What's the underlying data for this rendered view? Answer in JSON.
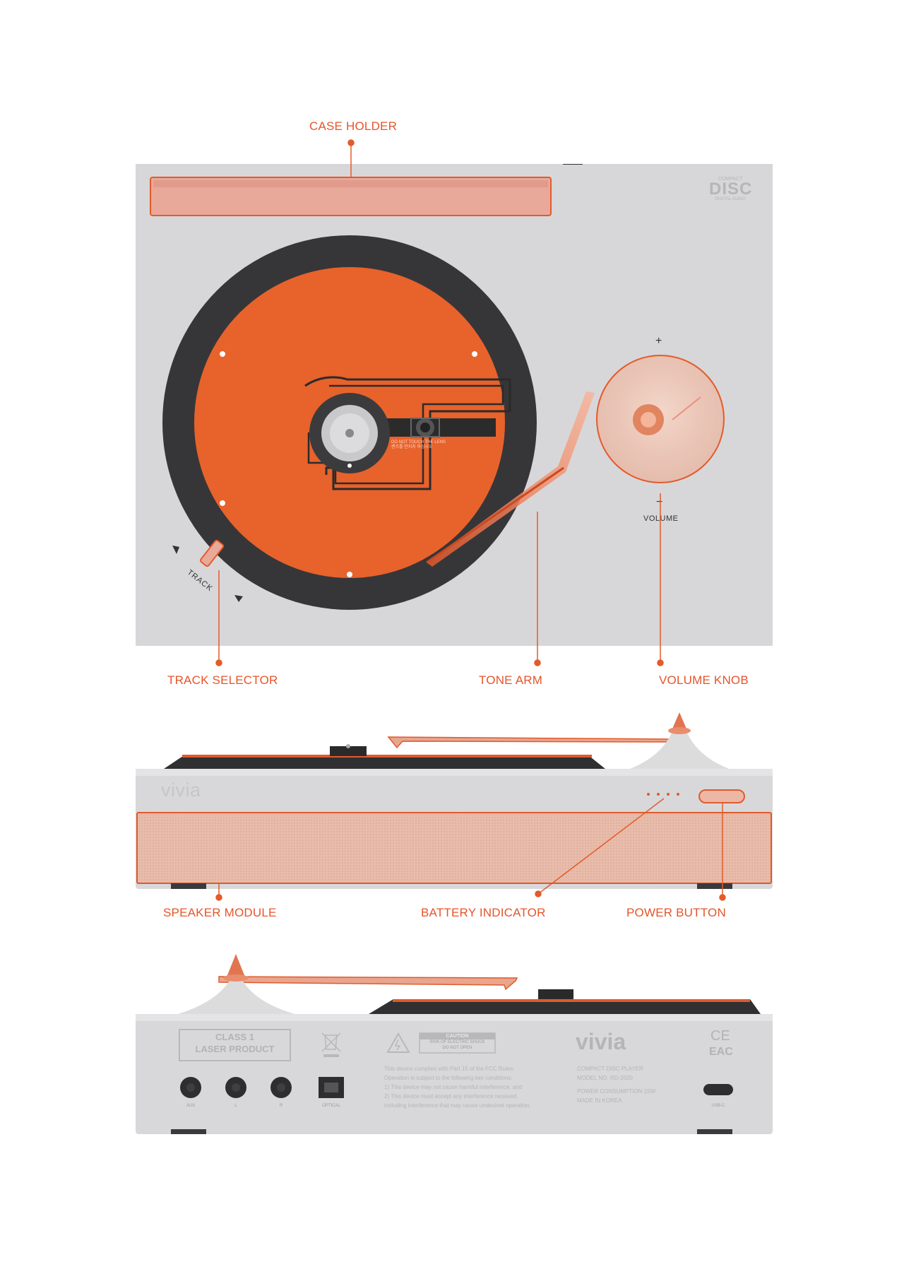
{
  "colors": {
    "accent": "#e85a25",
    "body_light": "#d6d6d8",
    "body_mid": "#c9c9cc",
    "platter": "#e8602a",
    "rubber": "#333335",
    "speaker_fabric": "#e8bcab",
    "callout_text": "#e6542a"
  },
  "callouts": {
    "case_holder": "CASE HOLDER",
    "track_selector": "TRACK SELECTOR",
    "tone_arm": "TONE ARM",
    "volume_knob": "VOLUME KNOB",
    "speaker_module": "SPEAKER MODULE",
    "battery_indicator": "BATTERY INDICATOR",
    "power_button": "POWER BUTTON"
  },
  "top_view": {
    "disc_logo_line1": "COMPACT",
    "disc_logo_line2": "DISC",
    "disc_logo_line3": "DIGITAL AUDIO",
    "platter_warning_line1": "DO NOT TOUCH THE LENS",
    "platter_warning_line2": "렌즈를 만지지 마십시오",
    "track_label": "TRACK",
    "volume_plus": "+",
    "volume_minus": "−",
    "volume_label": "VOLUME"
  },
  "front_view": {
    "brand": "vivia",
    "battery_level_dots": 4
  },
  "back_view": {
    "laser_line1": "CLASS 1",
    "laser_line2": "LASER PRODUCT",
    "caution_title": "CAUTION",
    "caution_line1": "RISK OF ELECTRIC SHOCK",
    "caution_line2": "DO NOT OPEN",
    "fcc_lines": [
      "This device complies with Part 15 of the FCC Rules.",
      "Operation is subject to the following two conditions:",
      "1) This device may not cause harmful interference, and",
      "2) This device must accept any interference received,",
      "including interference that may cause undesired operation."
    ],
    "brand": "vivia",
    "spec_lines": [
      "COMPACT DISC PLAYER",
      "MODEL NO.   RD-2020",
      "",
      "POWER CONSUMPTION   15W",
      "MADE IN KOREA"
    ],
    "ce_mark": "CE",
    "eac_mark": "EAC",
    "ports": [
      "AUX",
      "L",
      "R",
      "OPTICAL"
    ],
    "usb_label": "USB-C"
  }
}
